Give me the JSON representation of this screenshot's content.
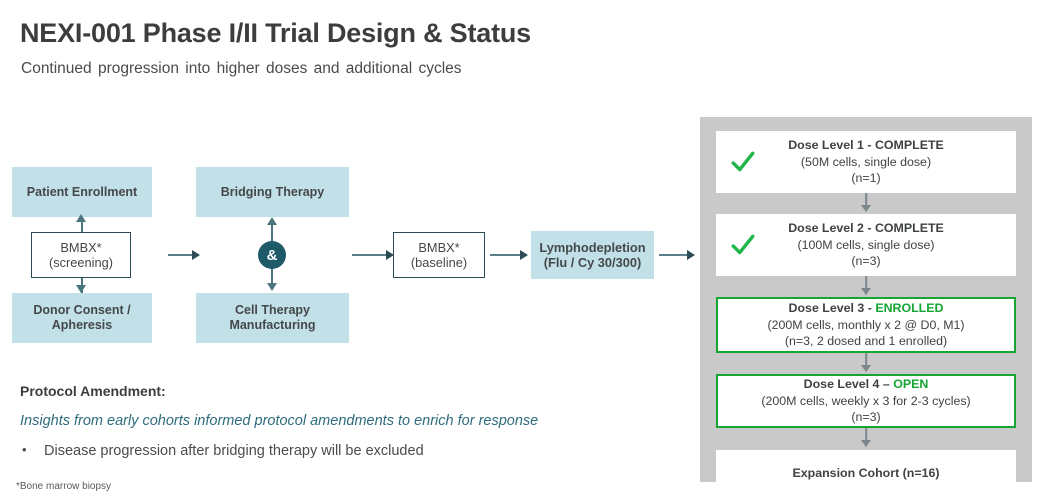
{
  "header": {
    "title": "NEXI-001 Phase I/II Trial Design & Status",
    "subtitle": "Continued progression into higher doses and additional cycles"
  },
  "flow": {
    "patient_enrollment": "Patient Enrollment",
    "donor_consent": "Donor Consent /\nApheresis",
    "bmbx_screening_line1": "BMBX*",
    "bmbx_screening_line2": "(screening)",
    "bridging_therapy": "Bridging Therapy",
    "cell_therapy": "Cell Therapy\nManufacturing",
    "and_symbol": "&",
    "bmbx_baseline_line1": "BMBX*",
    "bmbx_baseline_line2": "(baseline)",
    "lymphodepletion_line1": "Lymphodepletion",
    "lymphodepletion_line2": "(Flu / Cy 30/300)"
  },
  "protocol_amendment": {
    "heading": "Protocol Amendment:",
    "italic_note": "Insights from early cohorts informed protocol amendments to enrich for response",
    "bullet_marker": "•",
    "bullet_text": "Disease progression after bridging therapy will be excluded"
  },
  "footnote": "*Bone marrow biopsy",
  "dose_escalation": {
    "levels": [
      {
        "id": "dose-level-1",
        "title_prefix": "Dose Level 1 - ",
        "status": "COMPLETE",
        "status_style": "plain",
        "line2": "(50M cells, single dose)",
        "line3": "(n=1)",
        "checkmark": true,
        "highlight": false
      },
      {
        "id": "dose-level-2",
        "title_prefix": "Dose Level 2 - ",
        "status": "COMPLETE",
        "status_style": "plain",
        "line2": "(100M cells, single dose)",
        "line3": "(n=3)",
        "checkmark": true,
        "highlight": false
      },
      {
        "id": "dose-level-3",
        "title_prefix": "Dose Level 3 - ",
        "status": "ENROLLED",
        "status_style": "green",
        "line2": "(200M cells, monthly  x 2 @ D0, M1)",
        "line3": "(n=3, 2 dosed and 1 enrolled)",
        "checkmark": false,
        "highlight": true
      },
      {
        "id": "dose-level-4",
        "title_prefix": "Dose Level 4 – ",
        "status": "OPEN",
        "status_style": "green",
        "line2": "(200M cells, weekly x 3 for 2-3 cycles)",
        "line3": "(n=3)",
        "checkmark": false,
        "highlight": false
      }
    ],
    "expansion_cohort": "Expansion Cohort (n=16)"
  },
  "colors": {
    "accent_blue": "#c2e0e8",
    "dark_teal": "#1e5a68",
    "status_green": "#16a432",
    "panel_gray": "#c9c9c9",
    "text_gray": "#3d3d3d",
    "italic_teal": "#2d6c7d"
  }
}
